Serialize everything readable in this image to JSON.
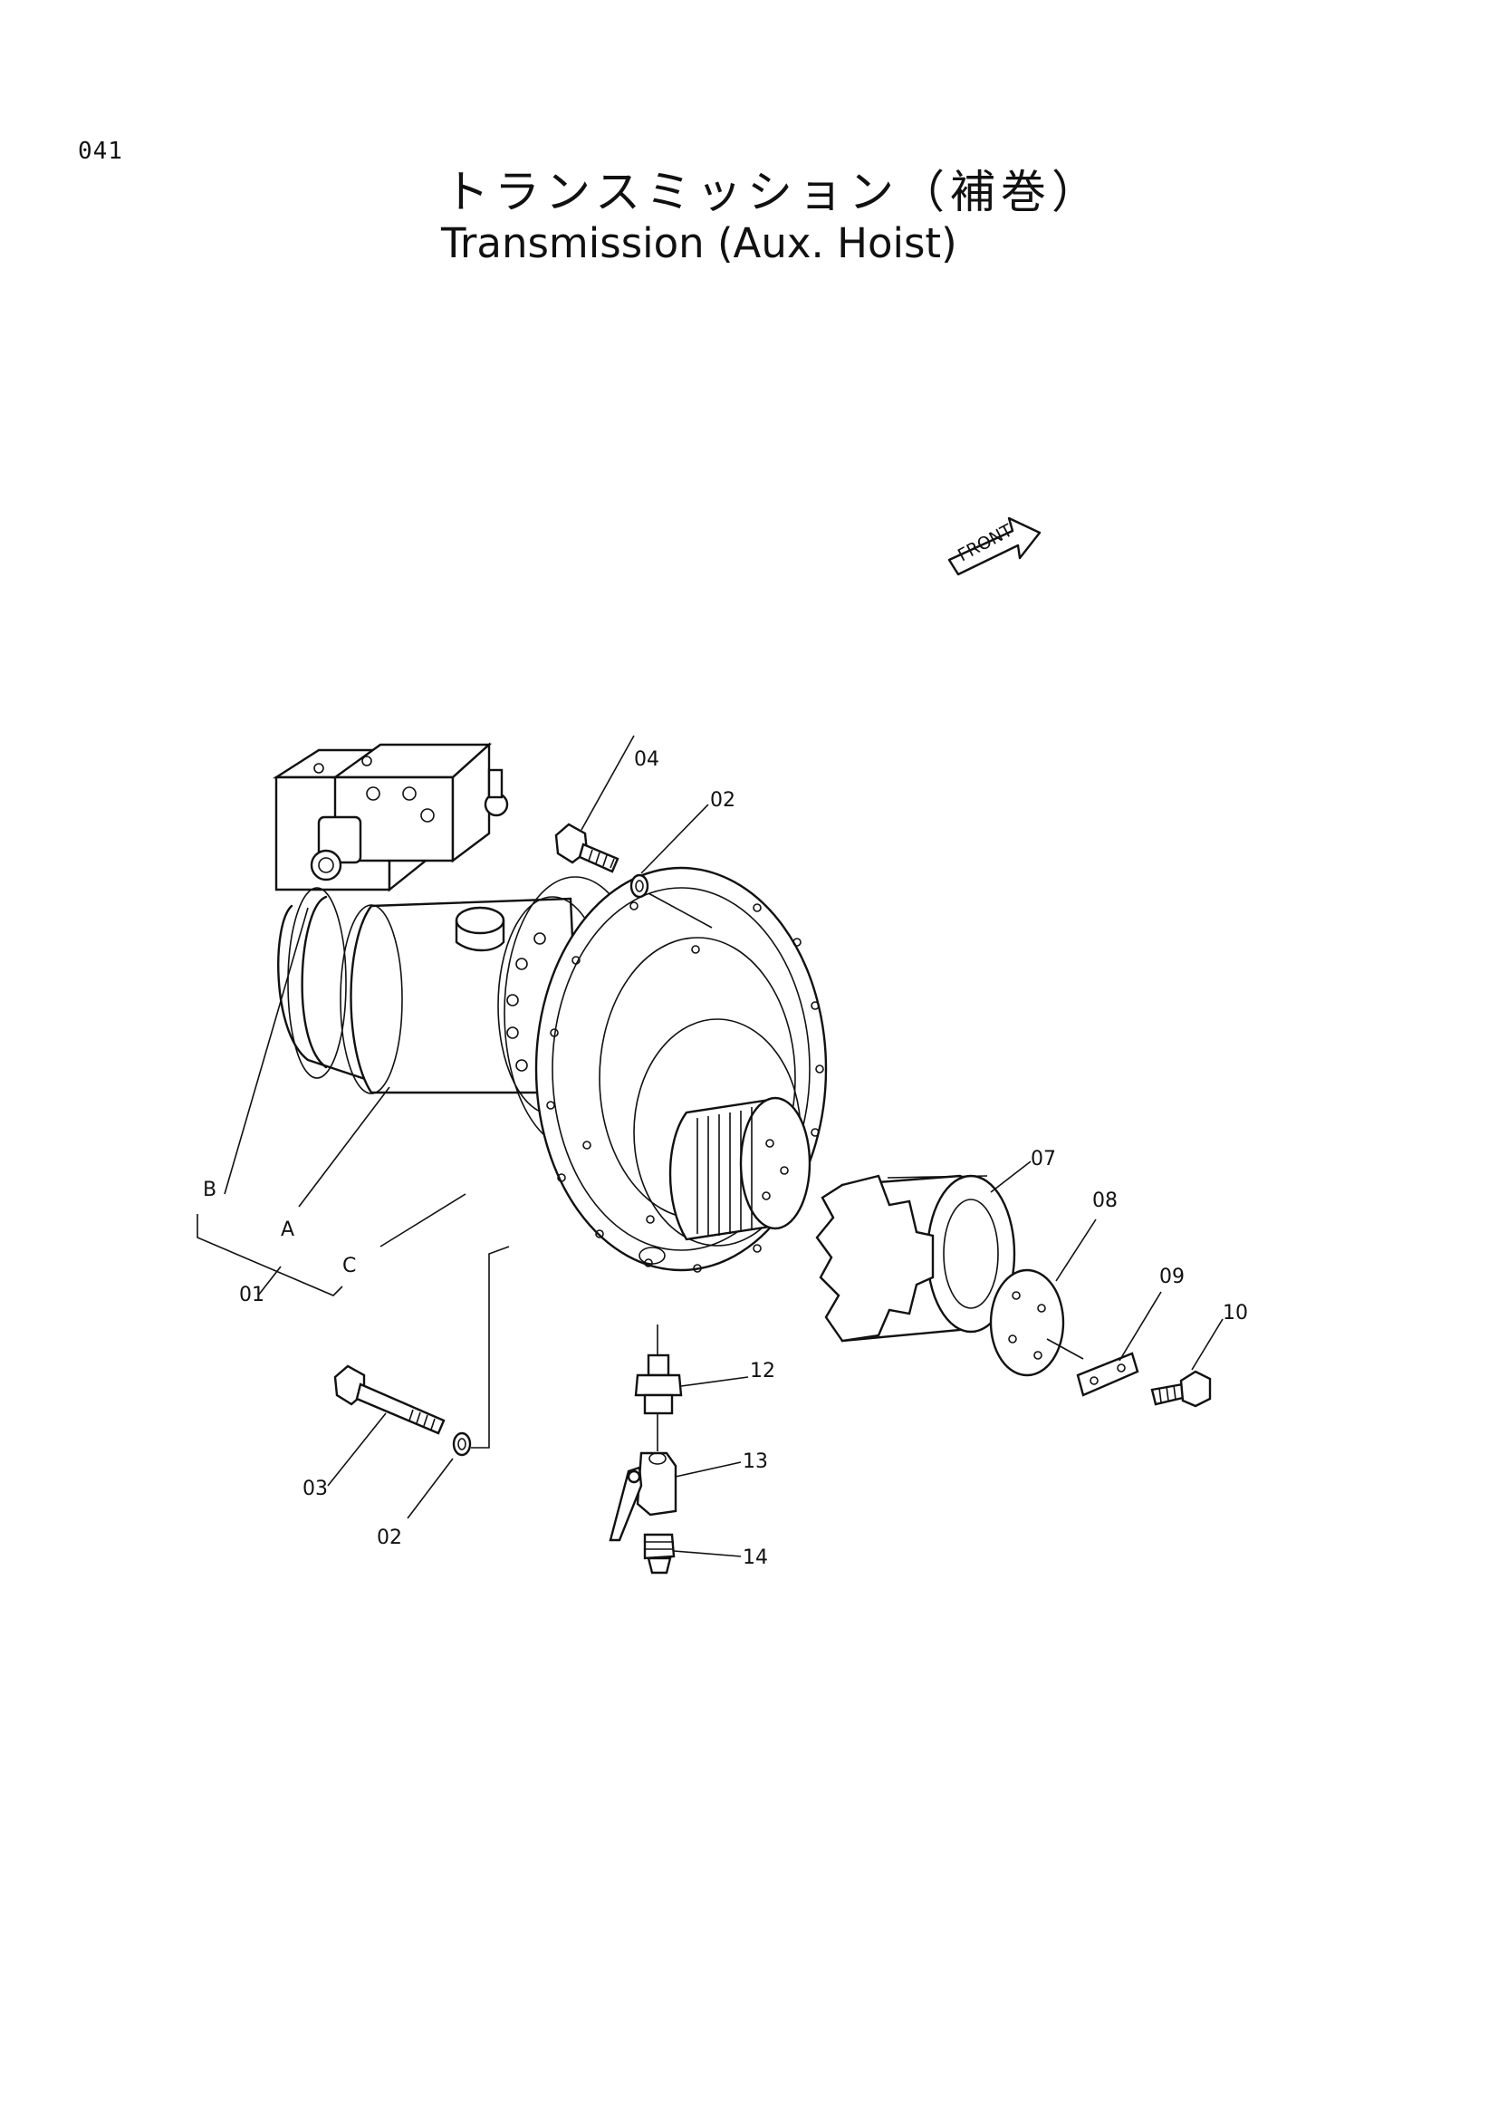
{
  "page_number": "041",
  "title_jp": "トランスミッション（補巻）",
  "title_en": "Transmission (Aux. Hoist)",
  "front_label": "FRONT",
  "callouts": {
    "p01": "01",
    "p02a": "02",
    "p02b": "02",
    "p03": "03",
    "p04": "04",
    "p07": "07",
    "p08": "08",
    "p09": "09",
    "p10": "10",
    "p12": "12",
    "p13": "13",
    "p14": "14",
    "sub_a": "A",
    "sub_b": "B",
    "sub_c": "C"
  }
}
